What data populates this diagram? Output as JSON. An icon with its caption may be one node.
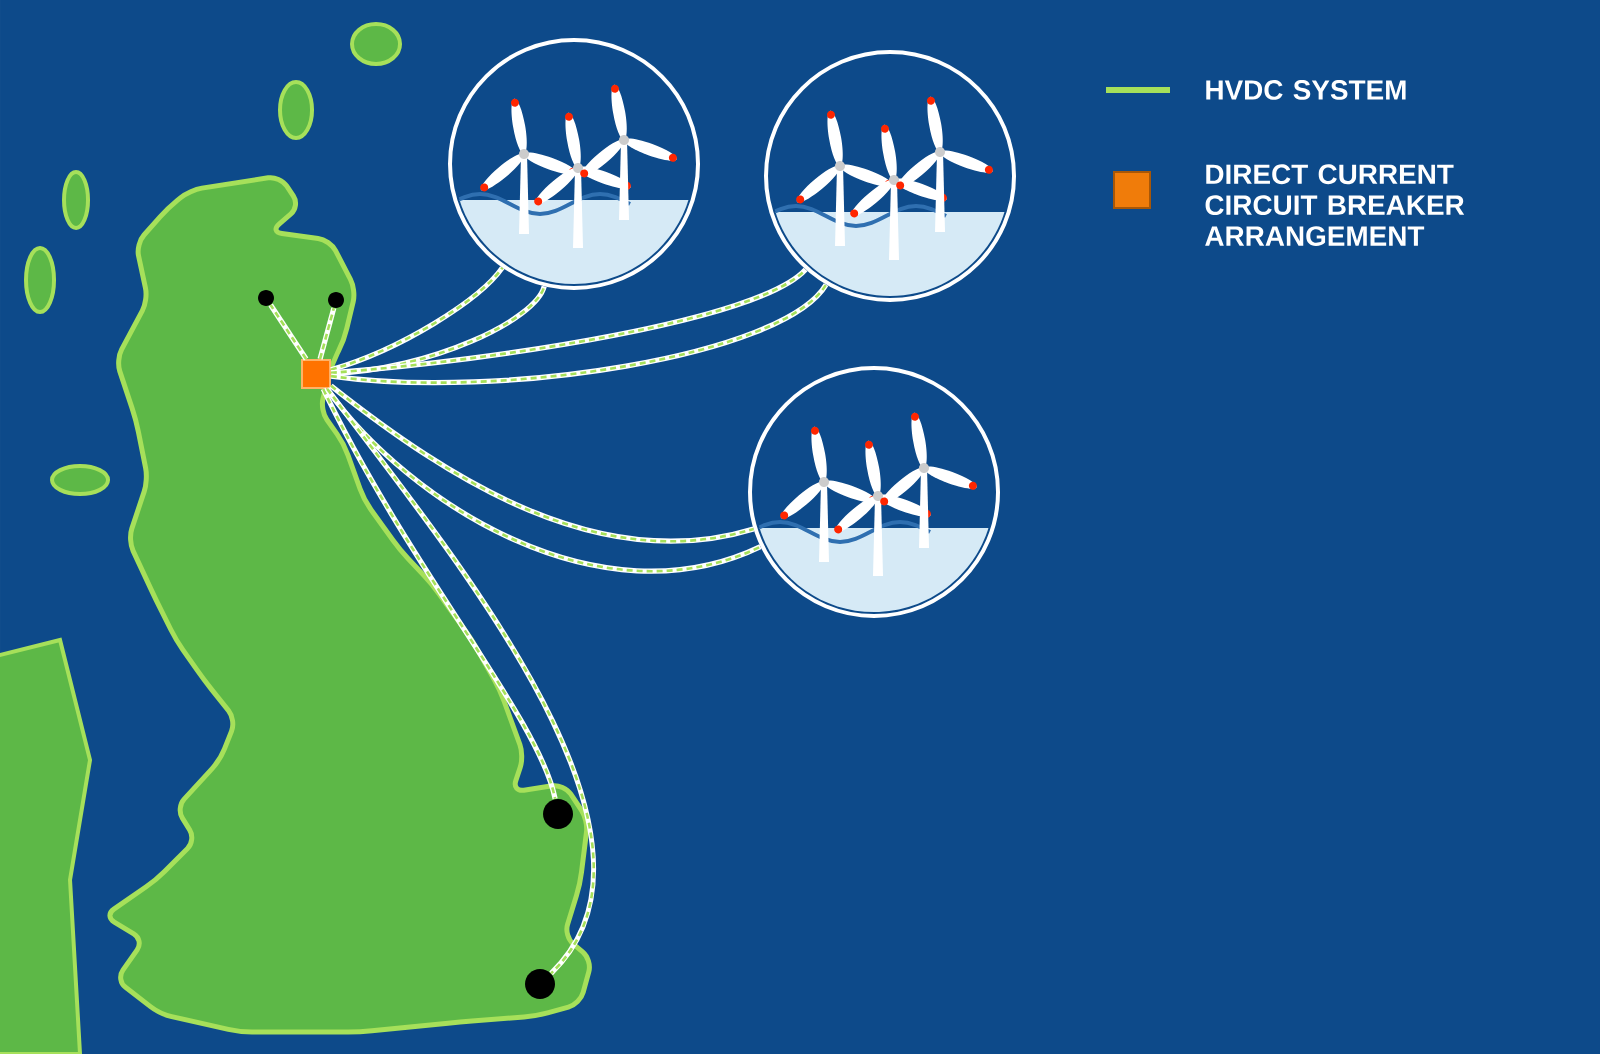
{
  "diagram": {
    "nodes": [
      {
        "text": [],
        "shape": "picture"
      },
      {
        "text": [],
        "shape": "picture"
      },
      {
        "text": [],
        "shape": "picture"
      },
      {
        "text": [],
        "shape": "box"
      },
      {
        "text": [],
        "shape": "circle"
      },
      {
        "text": [],
        "shape": "circle"
      },
      {
        "text": [],
        "shape": "circle"
      },
      {
        "text": [],
        "shape": "circle"
      }
    ],
    "edges": [
      {
        "from": 3,
        "to": 0,
        "arrow": "none"
      },
      {
        "from": 3,
        "to": 0,
        "arrow": "none"
      },
      {
        "from": 3,
        "to": 1,
        "arrow": "none"
      },
      {
        "from": 3,
        "to": 1,
        "arrow": "none"
      },
      {
        "from": 3,
        "to": 2,
        "arrow": "none"
      },
      {
        "from": 3,
        "to": 2,
        "arrow": "none"
      },
      {
        "from": 3,
        "to": 4,
        "arrow": "none"
      },
      {
        "from": 3,
        "to": 5,
        "arrow": "none"
      },
      {
        "from": 3,
        "to": 6,
        "arrow": "none"
      },
      {
        "from": 3,
        "to": 7,
        "arrow": "none"
      }
    ],
    "legend": [
      {
        "text": "HVDC SYSTEM"
      },
      {
        "text": "DIRECT CURRENT CIRCUIT BREAKER ARRANGEMENT",
        "color": "#f07c0a"
      }
    ]
  }
}
